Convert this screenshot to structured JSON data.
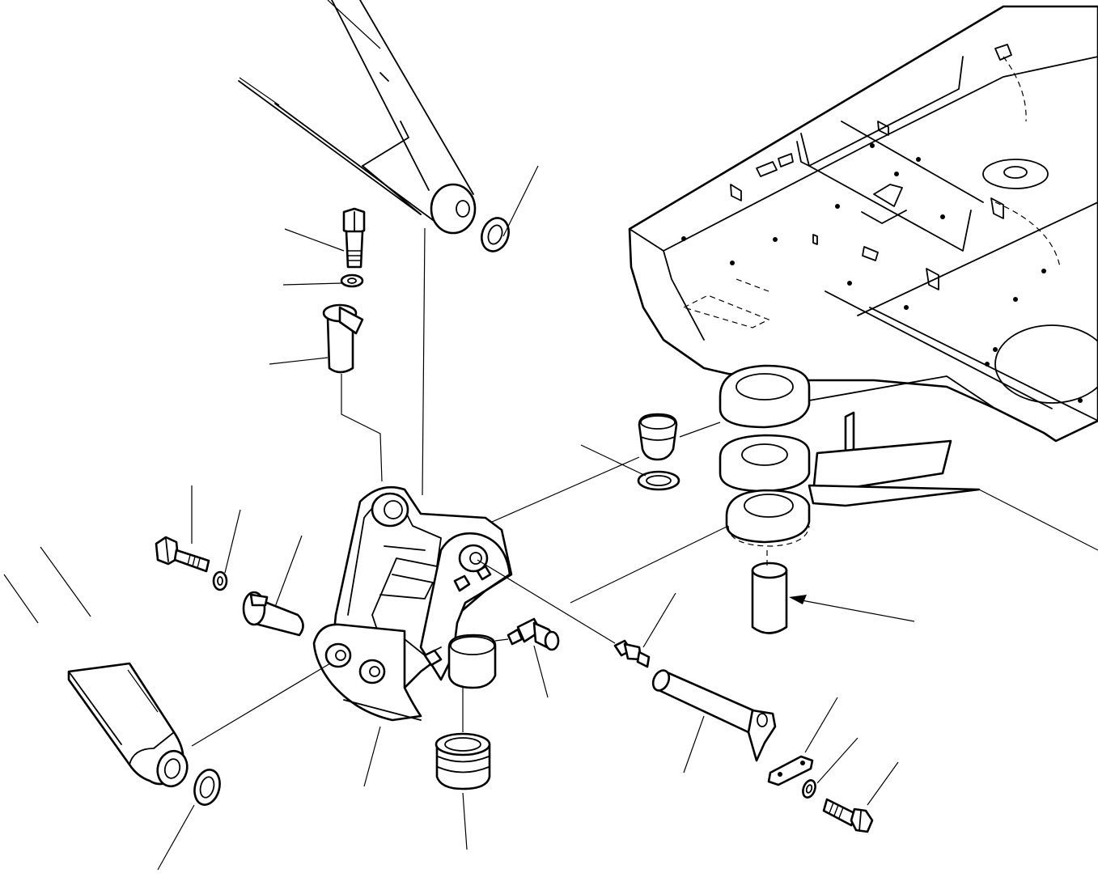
{
  "diagram": {
    "line_color": "#000000",
    "background_color": "#ffffff",
    "parts": [
      "boom-arm-tip",
      "boom-pin-washer",
      "cap-bolt-top",
      "lock-washer-top",
      "flanged-pin-top",
      "upper-frame-mount",
      "cushion-stopper",
      "stopper-washer",
      "swing-pin",
      "swing-bracket",
      "hex-bolt-left",
      "lock-washer-left",
      "short-pin-left",
      "cylinder-rod-end",
      "rod-end-washer",
      "lower-bushing",
      "grease-elbow-fitting",
      "grease-straight-fitting",
      "long-pin",
      "lock-plate",
      "lock-washer-right",
      "hex-bolt-right"
    ]
  }
}
